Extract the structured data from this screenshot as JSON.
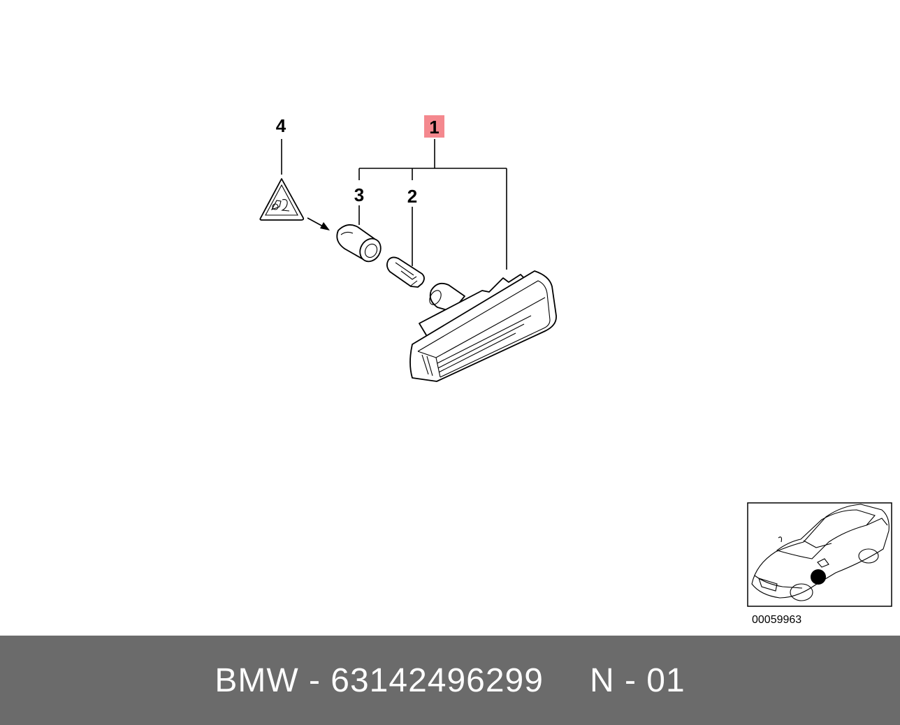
{
  "diagram": {
    "callouts": [
      {
        "id": "1",
        "label": "1",
        "highlighted": true
      },
      {
        "id": "2",
        "label": "2",
        "highlighted": false
      },
      {
        "id": "3",
        "label": "3",
        "highlighted": false
      },
      {
        "id": "4",
        "label": "4",
        "highlighted": false
      }
    ],
    "highlight_color": "#f4888e",
    "inset_code": "00059963"
  },
  "footer": {
    "part_text": "BMW - 63142496299",
    "variant_text": "N - 01",
    "background_color": "#6b6b6b"
  }
}
